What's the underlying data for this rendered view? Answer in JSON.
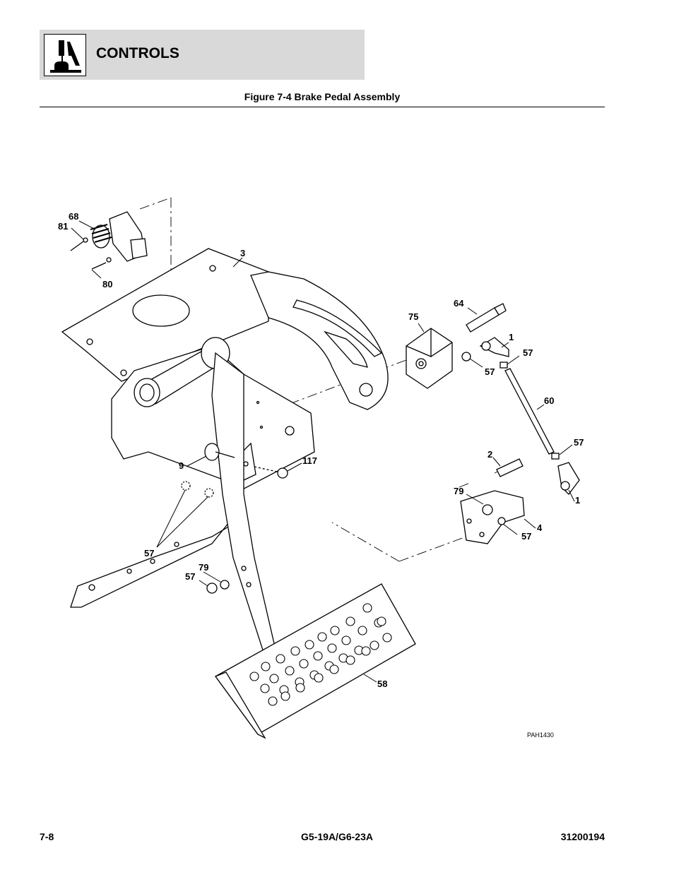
{
  "header": {
    "section_title": "CONTROLS",
    "logo_icon": "joystick-controls-icon"
  },
  "figure": {
    "title": "Figure 7-4 Brake Pedal Assembly",
    "image_tag": "PAH1430",
    "callouts": [
      "68",
      "81",
      "3",
      "80",
      "75",
      "64",
      "1",
      "57",
      "57",
      "60",
      "57",
      "2",
      "79",
      "1",
      "4",
      "57",
      "9",
      "117",
      "57",
      "79",
      "57",
      "58"
    ]
  },
  "footer": {
    "page_number": "7-8",
    "model": "G5-19A/G6-23A",
    "doc_number": "31200194"
  }
}
